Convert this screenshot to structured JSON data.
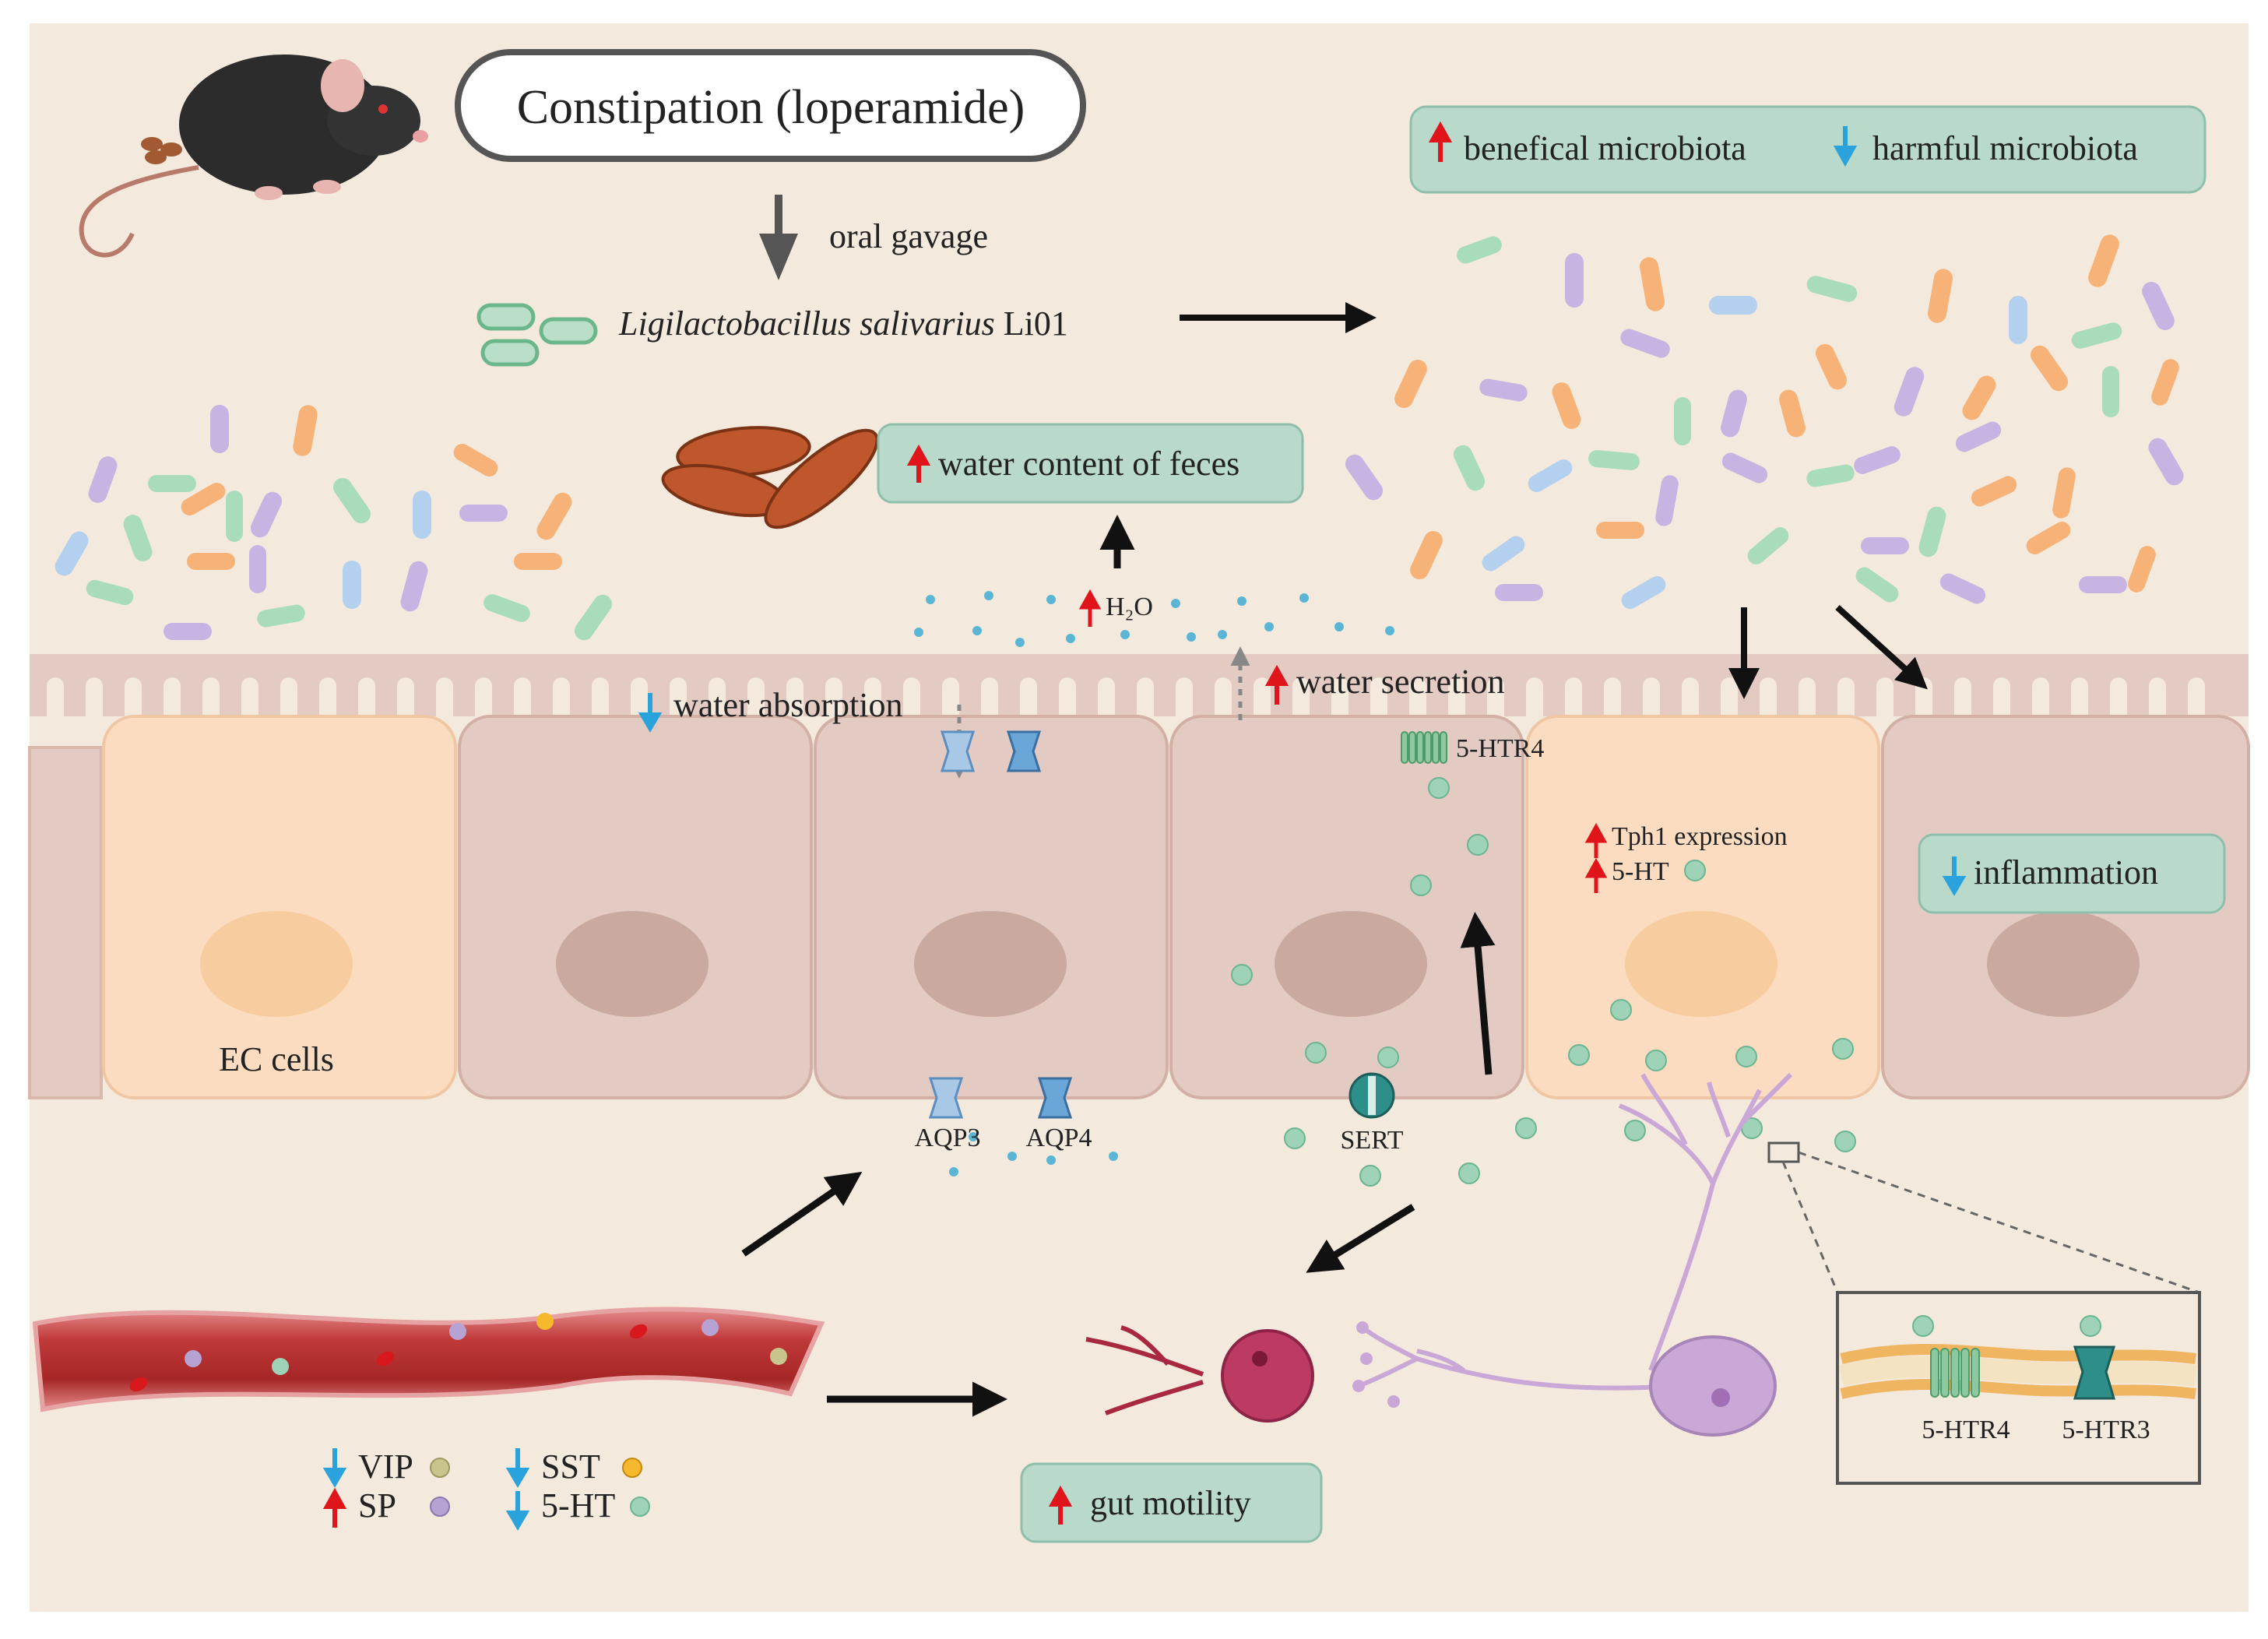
{
  "title": "Constipation (loperamide)",
  "step_label": "oral gavage",
  "probiotic": {
    "species": "Ligilactobacillus salivarius",
    "strain": "Li01"
  },
  "microbiota": {
    "beneficial": "benefical microbiota",
    "harmful": "harmful microbiota"
  },
  "feces_label": "water content of feces",
  "h2o_label": "H₂O",
  "water_absorption": "water absorption",
  "water_secretion": "water secretion",
  "receptor_apical": "5-HTR4",
  "ec_cells": "EC cells",
  "tph1": "Tph1 expression",
  "serotonin": "5-HT",
  "inflammation": "inflammation",
  "aqp3": "AQP3",
  "aqp4": "AQP4",
  "sert": "SERT",
  "gut_motility": "gut motility",
  "inset": {
    "r4": "5-HTR4",
    "r3": "5-HTR3"
  },
  "legend": {
    "vip": "VIP",
    "sp": "SP",
    "sst": "SST",
    "ht": "5-HT"
  },
  "colors": {
    "background": "#f4e9dd",
    "cell": "#e3cbc3",
    "ec_cell": "#fcdcc0",
    "box_fill": "#b9d9cb",
    "up_arrow": "#e0141b",
    "down_arrow": "#2aa2db",
    "vessel": "#b52f2f",
    "neuron": "#c9a7d6",
    "serotonin_dot": "#9fd3b8"
  }
}
